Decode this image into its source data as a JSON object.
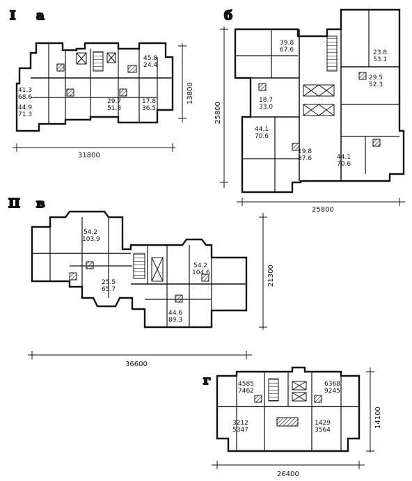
{
  "labels": {
    "group_1": "I",
    "group_2": "II",
    "plan_a": "а",
    "plan_b": "б",
    "plan_v": "в",
    "plan_g": "г"
  },
  "dimensions": {
    "a_width": "31800",
    "a_depth": "13800",
    "b_width": "25800",
    "b_depth": "25800",
    "v_width": "36600",
    "v_depth": "21300",
    "g_width": "26400",
    "g_depth": "14100"
  },
  "areas": {
    "a": [
      {
        "living": "45.8",
        "total": "24.4"
      },
      {
        "living": "41.3",
        "total": "68.6"
      },
      {
        "living": "44.9",
        "total": "71.3"
      },
      {
        "living": "29.7",
        "total": "51.8"
      },
      {
        "living": "17.8",
        "total": "36.5"
      }
    ],
    "b": [
      {
        "living": "39.8",
        "total": "67.6"
      },
      {
        "living": "23.8",
        "total": "53.1"
      },
      {
        "living": "29.5",
        "total": "52.3"
      },
      {
        "living": "18.7",
        "total": "33.0"
      },
      {
        "living": "44.1",
        "total": "70.6"
      },
      {
        "living": "19.8",
        "total": "37.6"
      },
      {
        "living": "44.1",
        "total": "70.6"
      }
    ],
    "v": [
      {
        "living": "54.2",
        "total": "103.9"
      },
      {
        "living": "54.2",
        "total": "104.6"
      },
      {
        "living": "25.5",
        "total": "65.7"
      },
      {
        "living": "44.6",
        "total": "89.3"
      }
    ],
    "g": [
      {
        "living": "4585",
        "total": "7462"
      },
      {
        "living": "6368",
        "total": "9245"
      },
      {
        "living": "3212",
        "total": "5347"
      },
      {
        "living": "1429",
        "total": "3564"
      }
    ]
  }
}
